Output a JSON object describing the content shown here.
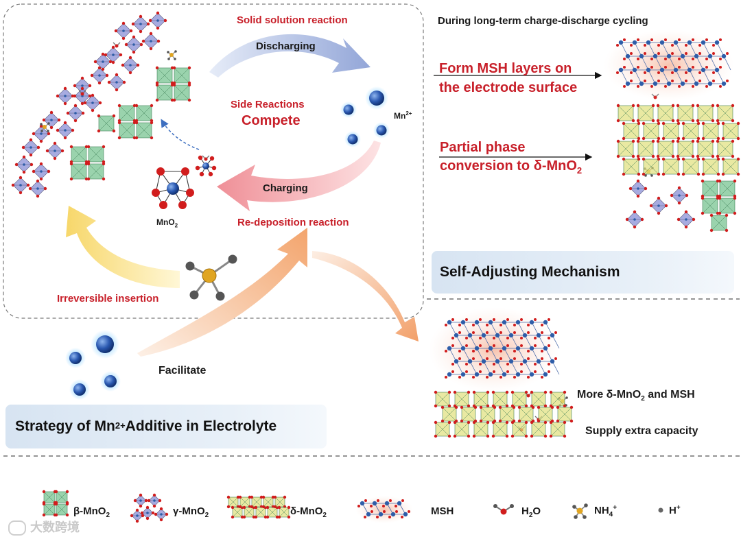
{
  "top_left": {
    "solid_solution": "Solid solution reaction",
    "discharging": "Discharging",
    "side_reactions_1": "Side Reactions",
    "side_reactions_2": "Compete",
    "mn2_label": "Mn",
    "mn2_sup": "2+",
    "charging": "Charging",
    "redeposition": "Re-deposition reaction",
    "mno2_label": "MnO",
    "mno2_sub": "2",
    "irreversible": "Irreversible insertion"
  },
  "bottom_left": {
    "facilitate": "Facilitate",
    "strategy_pre": "Strategy of Mn",
    "strategy_sup": "2+",
    "strategy_post": " Additive in Electrolyte"
  },
  "right": {
    "cycling_title": "During long-term charge-discharge cycling",
    "msh_line1": "Form MSH layers on",
    "msh_line2": "the electrode surface",
    "phase_line1": "Partial phase",
    "phase_line2_pre": "conversion to δ-MnO",
    "phase_line2_sub": "2",
    "mechanism": "Self-Adjusting Mechanism",
    "more_pre": "More δ-MnO",
    "more_sub": "2",
    "more_post": " and MSH",
    "supply": "Supply extra capacity"
  },
  "legend": {
    "beta_pre": "β-MnO",
    "beta_sub": "2",
    "gamma_pre": "γ-MnO",
    "gamma_sub": "2",
    "delta_pre": "δ-MnO",
    "delta_sub": "2",
    "msh": "MSH",
    "h2o_pre": "H",
    "h2o_sub": "2",
    "h2o_post": "O",
    "nh4_pre": "NH",
    "nh4_sub": "4",
    "nh4_sup": "+",
    "h_pre": "H",
    "h_sup": "+"
  },
  "watermark": "大数跨境",
  "colors": {
    "accent_red": "#c8202a",
    "beta_green": "#6fc08a",
    "gamma_purple": "#8a8fd6",
    "delta_yellow": "#dfe07a",
    "mn_blue": "#2e5da8",
    "banner_blue": "#dbe6f2"
  }
}
